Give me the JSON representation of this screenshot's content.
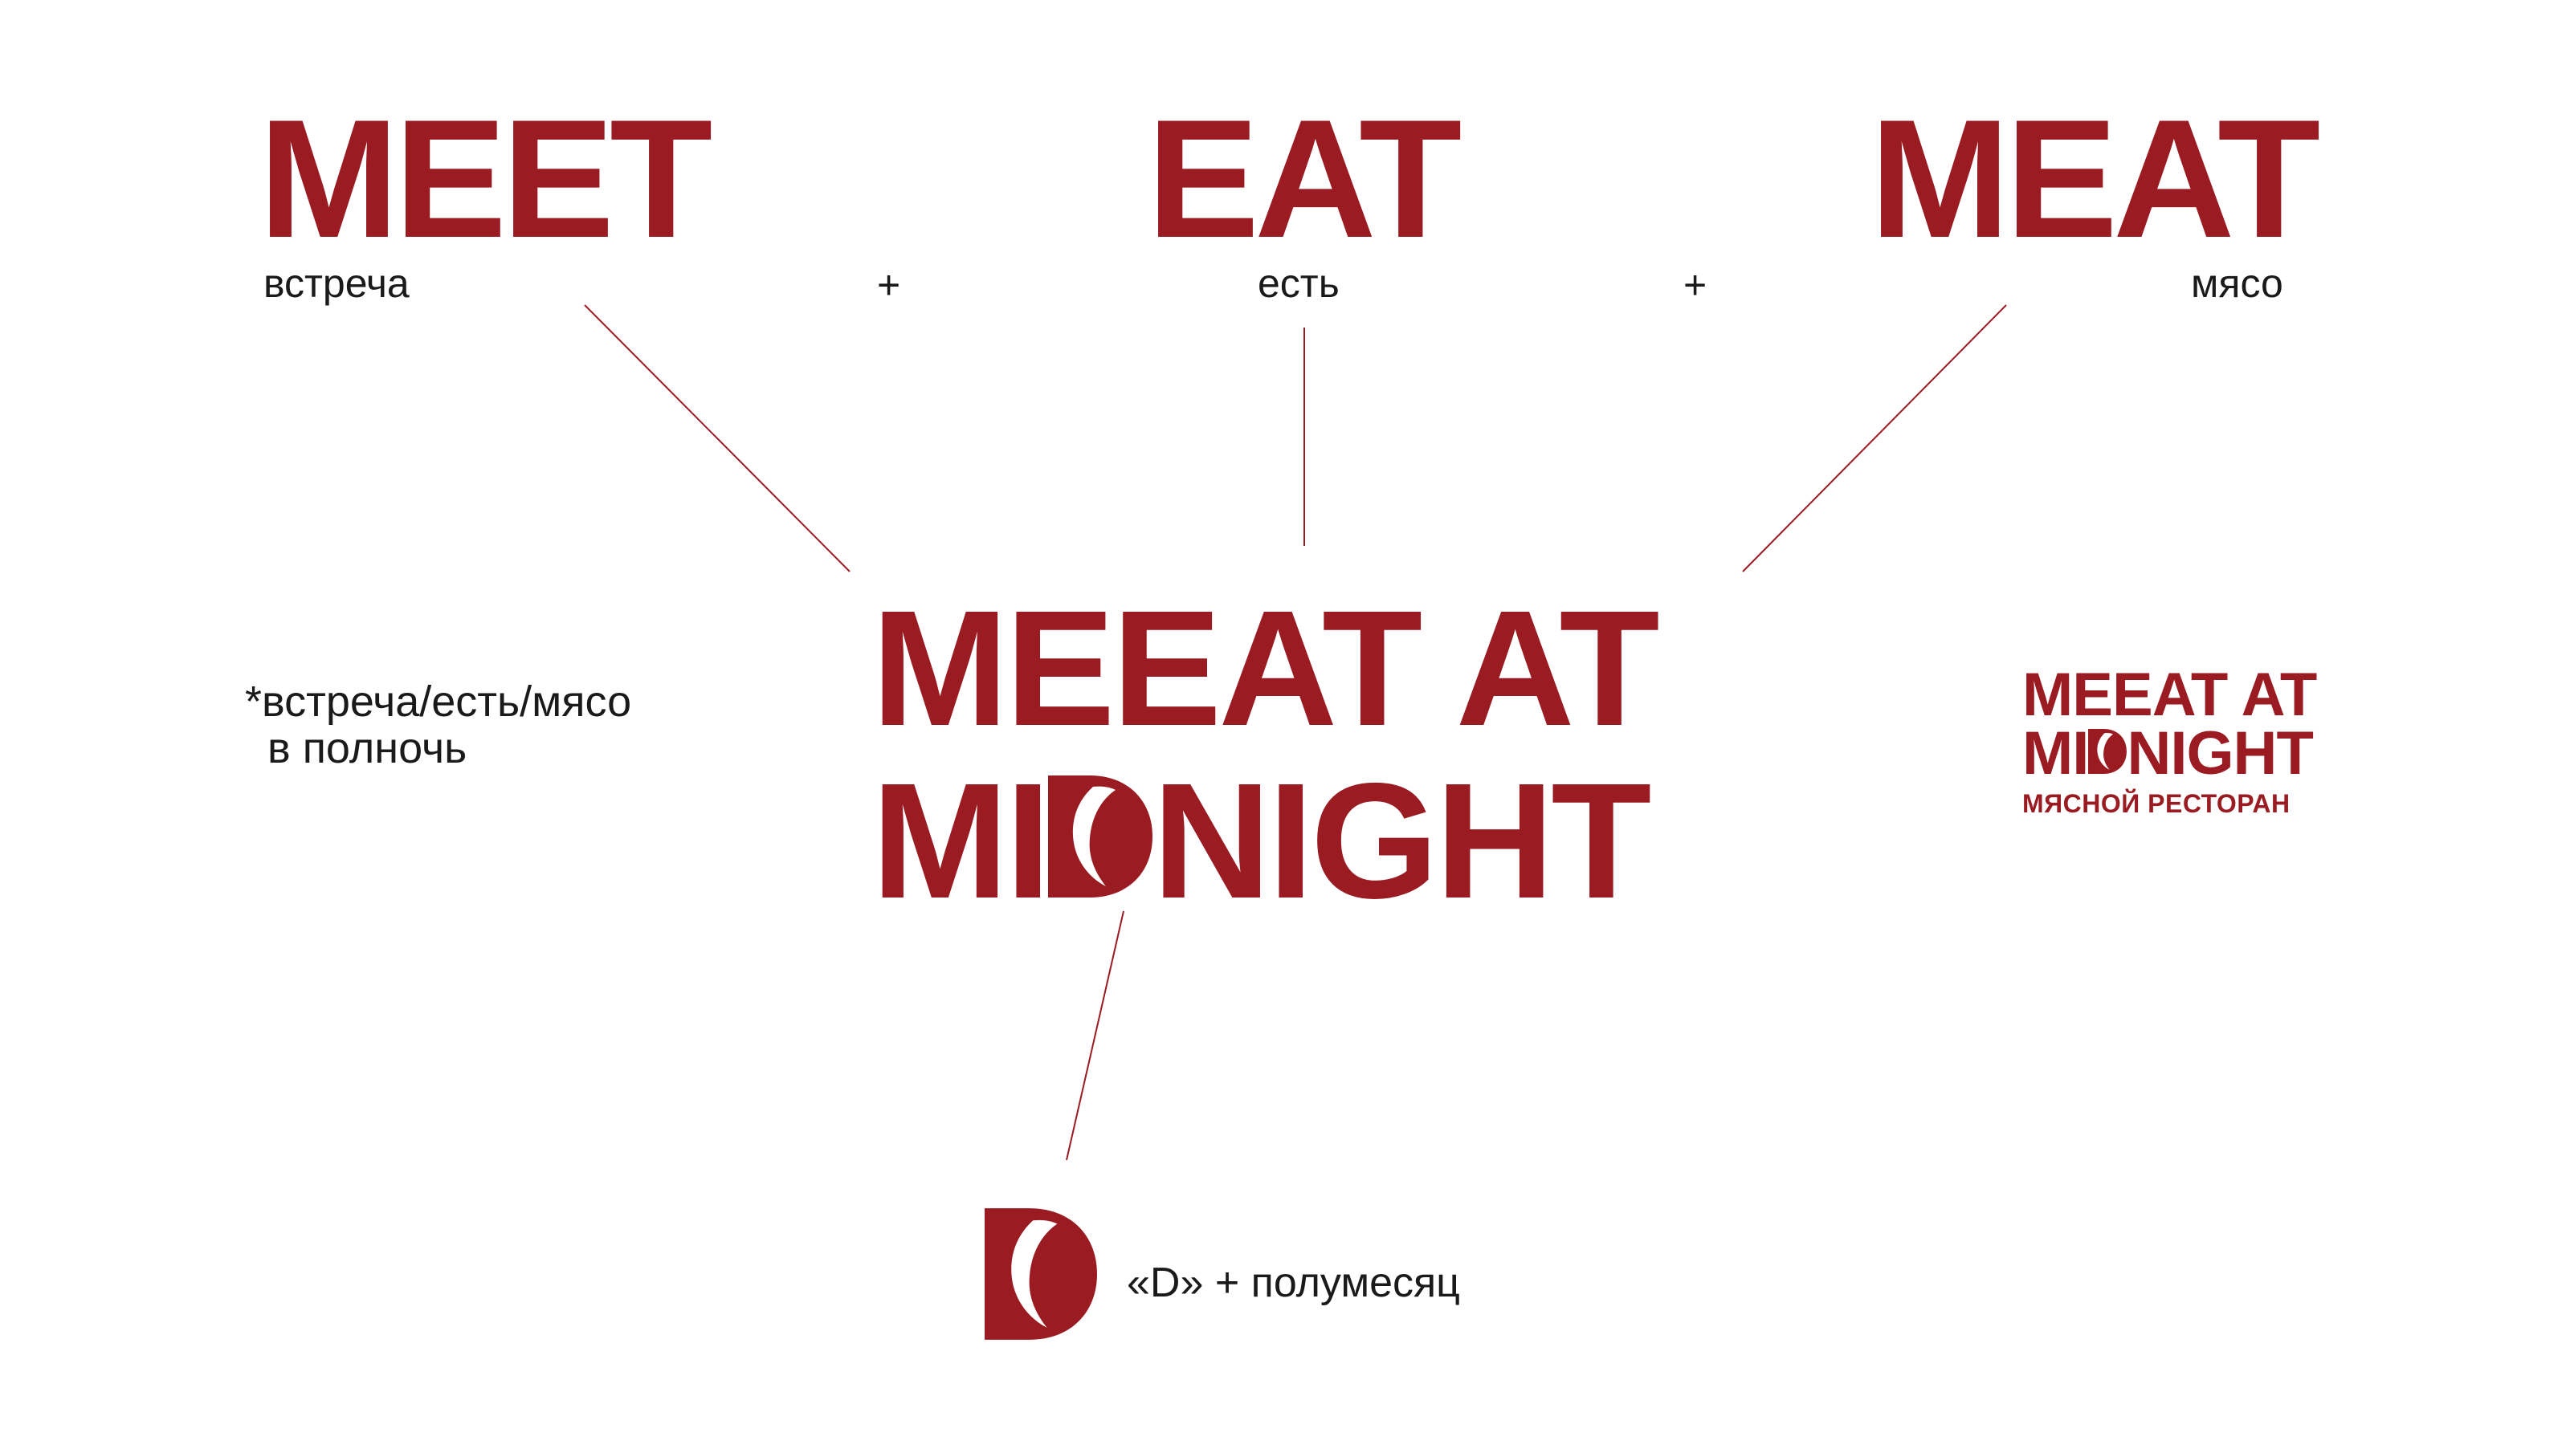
{
  "colors": {
    "accent": "#9b1b22",
    "text": "#1a1a1a",
    "background": "#ffffff"
  },
  "words": [
    {
      "word": "MEET",
      "translation": "встреча"
    },
    {
      "word": "EAT",
      "translation": "есть"
    },
    {
      "word": "MEAT",
      "translation": "мясо"
    }
  ],
  "plus_sign": "+",
  "logo": {
    "line1": "MEEAT AT",
    "line2_prefix": "MI",
    "line2_suffix": "NIGHT"
  },
  "note": {
    "line1": "*встреча/есть/мясо",
    "line2": "в полночь"
  },
  "small_logo": {
    "line1": "MEEAT AT",
    "line2_prefix": "MI",
    "line2_suffix": "NIGHT",
    "subtitle": "МЯСНОЙ РЕСТОРАН"
  },
  "d_mark": {
    "icon": "crescent-d-icon",
    "caption": "«D» + полумесяц"
  }
}
